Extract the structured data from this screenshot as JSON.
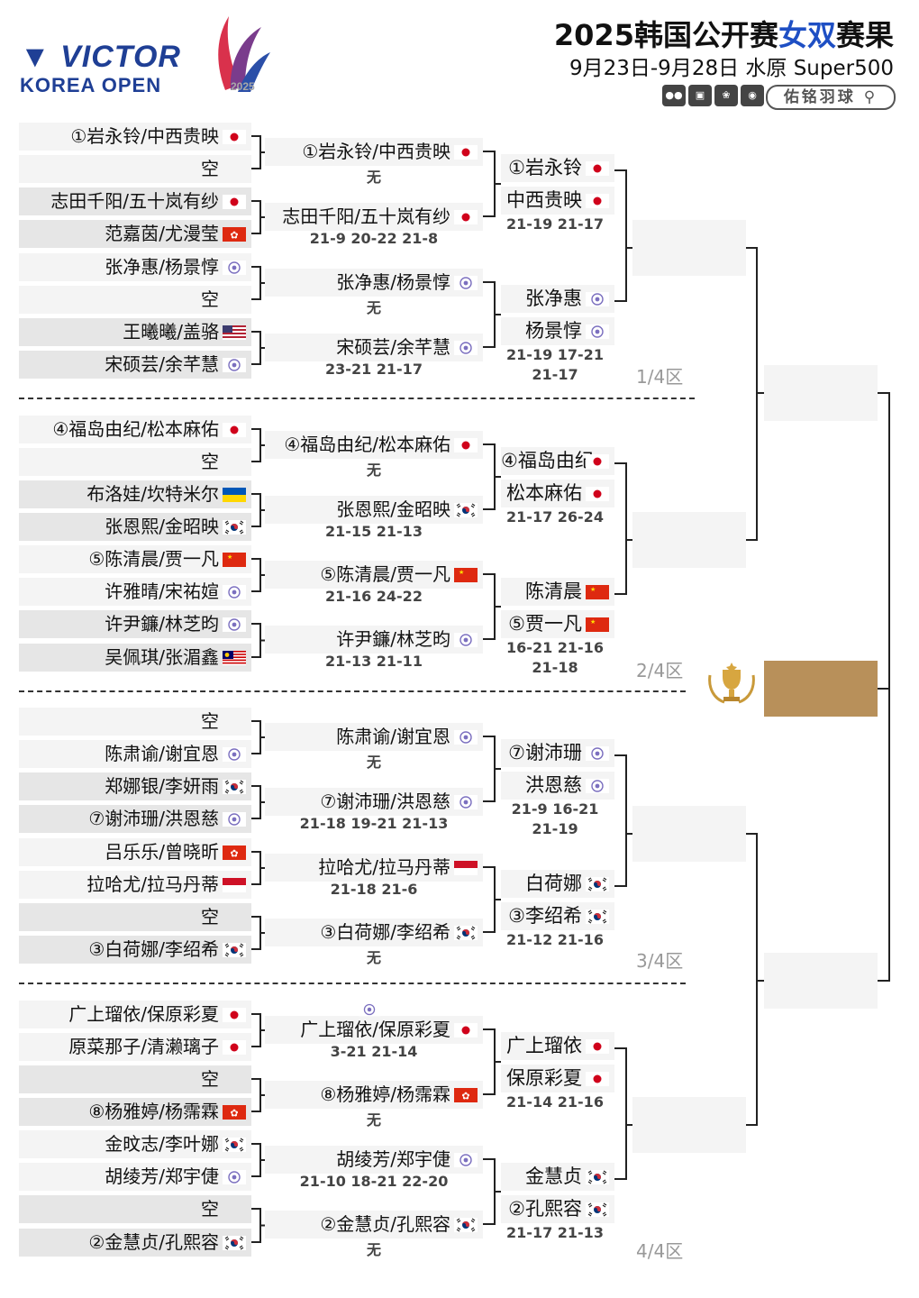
{
  "header": {
    "logo_line1": "VICTOR",
    "logo_line2": "KOREA OPEN",
    "logo_year": "2025",
    "title_prefix": "2025韩国公开赛",
    "title_highlight": "女双",
    "title_suffix": "赛果",
    "subtitle": "9月23日-9月28日 水原 Super500",
    "social_icons": [
      "wechat-icon",
      "toutiao-icon",
      "baidu-icon",
      "weibo-icon"
    ],
    "brand_label": "佑铭羽球"
  },
  "colors": {
    "accent": "#1e4fc4",
    "brand": "#1f3f95",
    "final_box": "#b8905a"
  },
  "r32": [
    {
      "name": "①岩永铃/中西贵映",
      "flag": "jpn"
    },
    {
      "name": "空",
      "flag": ""
    },
    {
      "name": "志田千阳/五十岚有纱",
      "flag": "jpn"
    },
    {
      "name": "范嘉茵/尤漫莹",
      "flag": "hkg"
    },
    {
      "name": "张净惠/杨景惇",
      "flag": "tpe"
    },
    {
      "name": "空",
      "flag": ""
    },
    {
      "name": "王曦曦/盖骆",
      "flag": "usa"
    },
    {
      "name": "宋硕芸/余芊慧",
      "flag": "tpe"
    },
    {
      "name": "④福岛由纪/松本麻佑",
      "flag": "jpn"
    },
    {
      "name": "空",
      "flag": ""
    },
    {
      "name": "布洛娃/坎特米尔",
      "flag": "ukr"
    },
    {
      "name": "张恩熙/金昭映",
      "flag": "kor"
    },
    {
      "name": "⑤陈清晨/贾一凡",
      "flag": "chn"
    },
    {
      "name": "许雅晴/宋祐媗",
      "flag": "tpe"
    },
    {
      "name": "许尹鐮/林芝昀",
      "flag": "tpe"
    },
    {
      "name": "吴佩琪/张湄鑫",
      "flag": "mas"
    },
    {
      "name": "空",
      "flag": ""
    },
    {
      "name": "陈肃谕/谢宜恩",
      "flag": "tpe"
    },
    {
      "name": "郑娜银/李妍雨",
      "flag": "kor"
    },
    {
      "name": "⑦谢沛珊/洪恩慈",
      "flag": "tpe"
    },
    {
      "name": "吕乐乐/曾晓昕",
      "flag": "hkg"
    },
    {
      "name": "拉哈尤/拉马丹蒂",
      "flag": "ina"
    },
    {
      "name": "空",
      "flag": ""
    },
    {
      "name": "③白荷娜/李绍希",
      "flag": "kor"
    },
    {
      "name": "广上瑠依/保原彩夏",
      "flag": "jpn"
    },
    {
      "name": "原菜那子/清濑璃子",
      "flag": "jpn"
    },
    {
      "name": "空",
      "flag": ""
    },
    {
      "name": "⑧杨雅婷/杨霈霖",
      "flag": "hkg"
    },
    {
      "name": "金旼志/李叶娜",
      "flag": "kor"
    },
    {
      "name": "胡绫芳/郑宇倢",
      "flag": "tpe"
    },
    {
      "name": "空",
      "flag": ""
    },
    {
      "name": "②金慧贞/孔熙容",
      "flag": "kor"
    }
  ],
  "r16": [
    {
      "name": "①岩永铃/中西贵映",
      "flag": "jpn",
      "score": "无"
    },
    {
      "name": "志田千阳/五十岚有纱",
      "flag": "jpn",
      "score": "21-9 20-22 21-8"
    },
    {
      "name": "张净惠/杨景惇",
      "flag": "tpe",
      "score": "无"
    },
    {
      "name": "宋硕芸/余芊慧",
      "flag": "tpe",
      "score": "23-21 21-17"
    },
    {
      "name": "④福岛由纪/松本麻佑",
      "flag": "jpn",
      "score": "无"
    },
    {
      "name": "张恩熙/金昭映",
      "flag": "kor",
      "score": "21-15 21-13"
    },
    {
      "name": "⑤陈清晨/贾一凡",
      "flag": "chn",
      "score": "21-16 24-22"
    },
    {
      "name": "许尹鐮/林芝昀",
      "flag": "tpe",
      "score": "21-13 21-11"
    },
    {
      "name": "陈肃谕/谢宜恩",
      "flag": "tpe",
      "score": "无"
    },
    {
      "name": "⑦谢沛珊/洪恩慈",
      "flag": "tpe",
      "score": "21-18 19-21 21-13"
    },
    {
      "name": "拉哈尤/拉马丹蒂",
      "flag": "ina",
      "score": "21-18 21-6"
    },
    {
      "name": "③白荷娜/李绍希",
      "flag": "kor",
      "score": "无"
    },
    {
      "name": "广上瑠依/保原彩夏",
      "flag": "jpn",
      "score": "3-21 21-14"
    },
    {
      "name": "⑧杨雅婷/杨霈霖",
      "flag": "hkg",
      "score": "无"
    },
    {
      "name": "胡绫芳/郑宇倢",
      "flag": "tpe",
      "score": "21-10 18-21 22-20"
    },
    {
      "name": "②金慧贞/孔熙容",
      "flag": "kor",
      "score": "无"
    }
  ],
  "qf": [
    {
      "p1": "①岩永铃",
      "p2": "中西贵映",
      "flag": "jpn",
      "score1": "21-19 21-17",
      "score2": ""
    },
    {
      "p1": "张净惠",
      "p2": "杨景惇",
      "flag": "tpe",
      "score1": "21-19 17-21",
      "score2": "21-17"
    },
    {
      "p1": "④福岛由纪",
      "p2": "松本麻佑",
      "flag": "jpn",
      "score1": "21-17 26-24",
      "score2": ""
    },
    {
      "p1": "陈清晨",
      "p2": "⑤贾一凡",
      "flag": "chn",
      "score1": "16-21 21-16",
      "score2": "21-18"
    },
    {
      "p1": "⑦谢沛珊",
      "p2": "洪恩慈",
      "flag": "tpe",
      "score1": "21-9 16-21",
      "score2": "21-19"
    },
    {
      "p1": "白荷娜",
      "p2": "③李绍希",
      "flag": "kor",
      "score1": "21-12 21-16",
      "score2": ""
    },
    {
      "p1": "广上瑠依",
      "p2": "保原彩夏",
      "flag": "jpn",
      "score1": "21-14 21-16",
      "score2": ""
    },
    {
      "p1": "金慧贞",
      "p2": "②孔熙容",
      "flag": "kor",
      "score1": "21-17 21-13",
      "score2": ""
    }
  ],
  "zones": [
    "1/4区",
    "2/4区",
    "3/4区",
    "4/4区"
  ]
}
